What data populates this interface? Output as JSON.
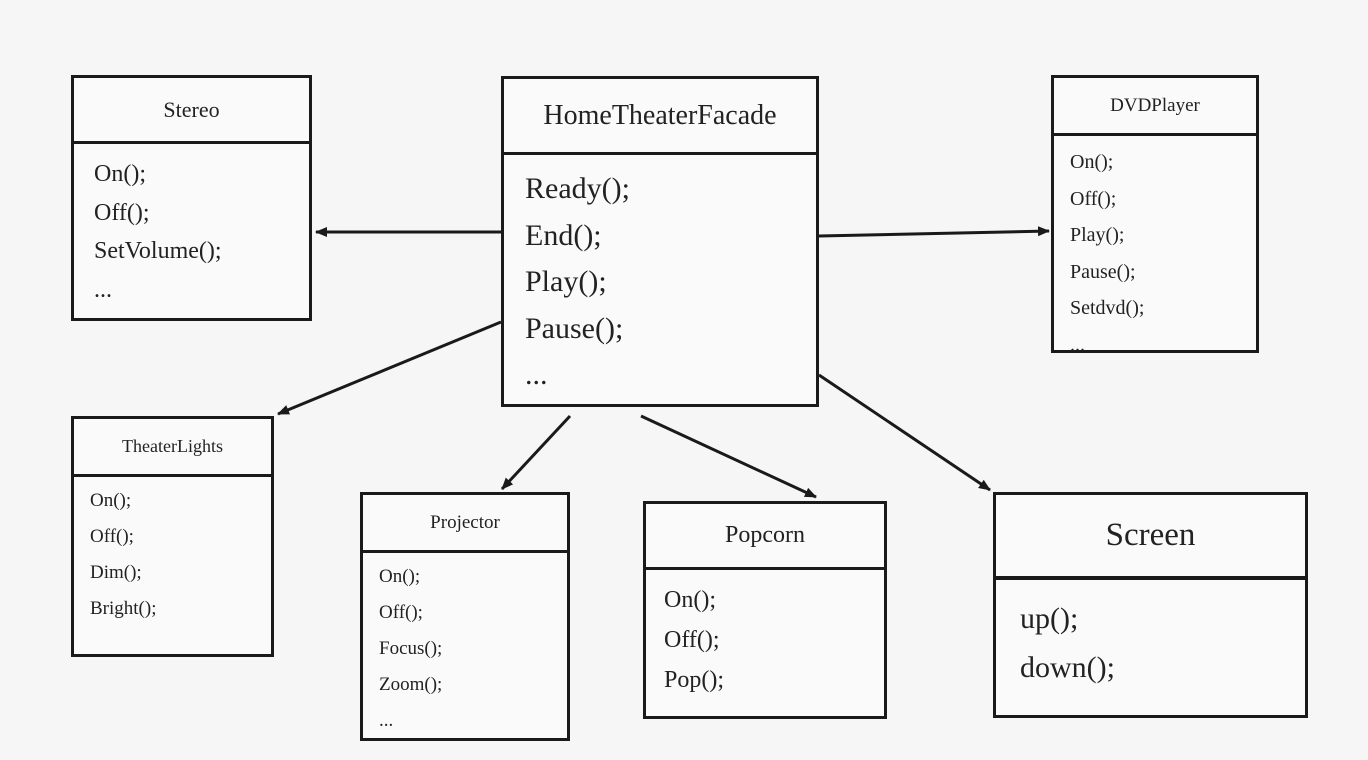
{
  "classes": {
    "facade": {
      "name": "HomeTheaterFacade",
      "methods": [
        "Ready();",
        "End();",
        "Play();",
        "Pause();",
        "..."
      ]
    },
    "stereo": {
      "name": "Stereo",
      "methods": [
        "On();",
        "Off();",
        "SetVolume();",
        "..."
      ]
    },
    "dvd": {
      "name": "DVDPlayer",
      "methods": [
        "On();",
        "Off();",
        "Play();",
        "Pause();",
        "Setdvd();",
        "..."
      ]
    },
    "lights": {
      "name": "TheaterLights",
      "methods": [
        "On();",
        "Off();",
        "Dim();",
        "Bright();"
      ]
    },
    "projector": {
      "name": "Projector",
      "methods": [
        "On();",
        "Off();",
        "Focus();",
        "Zoom();",
        "..."
      ]
    },
    "popcorn": {
      "name": "Popcorn",
      "methods": [
        "On();",
        "Off();",
        "Pop();"
      ]
    },
    "screen": {
      "name": "Screen",
      "methods": [
        "up();",
        "down();"
      ]
    }
  },
  "colors": {
    "line": "#1a1a1a",
    "background": "#f6f6f6"
  }
}
